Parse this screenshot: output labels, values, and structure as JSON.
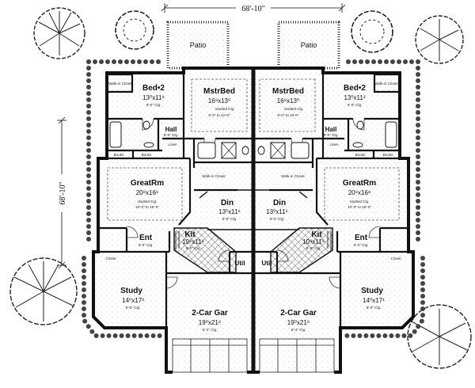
{
  "dimensions": {
    "overall_width": "68'-10\"",
    "overall_depth": "68'-10\""
  },
  "units": [
    {
      "patio": "Patio",
      "bed2": {
        "name": "Bed•2",
        "size": "13⁰x11⁸",
        "ceiling": "9'-0\" Clg."
      },
      "bed2_closet": "Walk-in Closet",
      "master": {
        "name": "MstrBed",
        "size": "16⁸x13⁰",
        "ceiling": "Vaulted Clg.",
        "ceiling_range": "9'-0\" to 10'-0\""
      },
      "hall": {
        "name": "Hall",
        "ceiling": "9'-0\" Clg."
      },
      "linen": "Linen",
      "books": [
        "Books",
        "Books"
      ],
      "master_closet": "Walk-in Closet",
      "great_room": {
        "name": "GreatRm",
        "size": "20⁸x16⁸",
        "ceiling": "Vaulted Clg.",
        "ceiling_range": "10'-0\" to 15'-0\""
      },
      "dining": {
        "name": "Din",
        "size": "13⁰x11⁶",
        "ceiling": "9'-0\" Clg."
      },
      "kitchen": {
        "name": "Kit",
        "size": "10⁸x11⁶",
        "ceiling": "9'-0\" Clg."
      },
      "entry": {
        "name": "Ent",
        "ceiling": "9'-0\" Clg."
      },
      "utility": "Util",
      "closet": "Closet",
      "study": {
        "name": "Study",
        "size": "14⁰x17³",
        "ceiling": "9'-0\" Clg."
      },
      "garage": {
        "name": "2-Car Gar",
        "size": "19⁰x21⁸",
        "ceiling": "8'-4\" Clg."
      }
    },
    {
      "patio": "Patio",
      "bed2": {
        "name": "Bed•2",
        "size": "13⁰x11²",
        "ceiling": "9'-0\" Clg."
      },
      "bed2_closet": "Walk-in Closet",
      "master": {
        "name": "MstrBed",
        "size": "16⁸x13⁰",
        "ceiling": "Vaulted Clg.",
        "ceiling_range": "9'-0\" to 10'-0\""
      },
      "hall": {
        "name": "Hall",
        "ceiling": "9'-0\" Clg."
      },
      "linen": "Linen",
      "books": [
        "Books",
        "Books"
      ],
      "master_closet": "Walk-in Closet",
      "great_room": {
        "name": "GreatRm",
        "size": "20⁸x16⁸",
        "ceiling": "Vaulted Clg.",
        "ceiling_range": "10'-0\" to 15'-0\""
      },
      "dining": {
        "name": "Din",
        "size": "13⁰x11⁶",
        "ceiling": "9'-0\" Clg."
      },
      "kitchen": {
        "name": "Kit",
        "size": "10⁸x11⁶",
        "ceiling": "9'-0\" Clg."
      },
      "entry": {
        "name": "Ent",
        "ceiling": "9'-0\" Clg."
      },
      "utility": "Util",
      "closet": "Closet",
      "study": {
        "name": "Study",
        "size": "14⁰x17¹",
        "ceiling": "9'-0\" Clg."
      },
      "garage": {
        "name": "2-Car Gar",
        "size": "19⁰x21⁸",
        "ceiling": "8'-4\" Clg."
      }
    }
  ]
}
